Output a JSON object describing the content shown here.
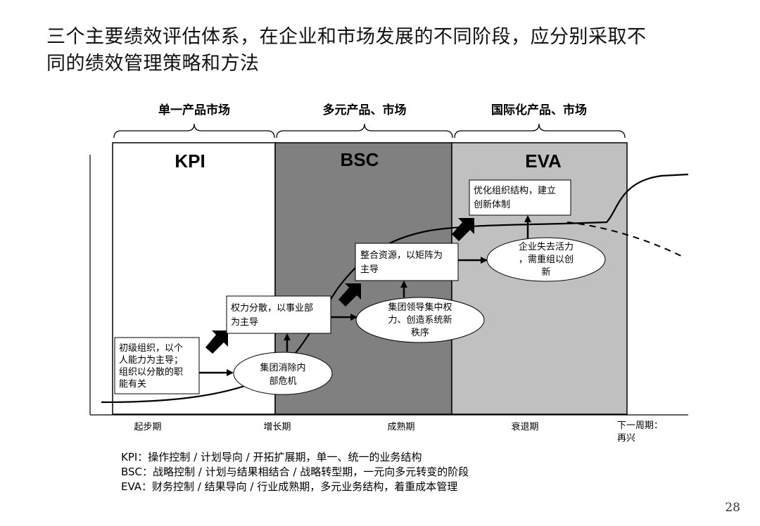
{
  "title": {
    "line1": "三个主要绩效评估体系，在企业和市场发展的不同阶段，应分别采取不",
    "line2": "同的绩效管理策略和方法"
  },
  "markets": [
    "单一产品市场",
    "多元产品、市场",
    "国际化产品、市场"
  ],
  "systems": [
    "KPI",
    "BSC",
    "EVA"
  ],
  "stages": [
    "起步期",
    "增长期",
    "成熟期",
    "衰退期"
  ],
  "next_stage": {
    "line1": "下一周期：",
    "line2": "再兴"
  },
  "boxes": {
    "initial_org": [
      "初级组织，以个",
      "人能力为主导；",
      "组织以分散的职",
      "能有关"
    ],
    "power_decentral": [
      "权力分散，以事业部",
      "为主导"
    ],
    "integrate": [
      "整合资源，以矩阵为",
      "主导"
    ],
    "optimize": [
      "优化组织结构，建立",
      "创新体制"
    ]
  },
  "ellipses": {
    "crisis": [
      "集团消除内",
      "部危机"
    ],
    "centralize": [
      "集团领导集中权",
      "力、创造系统新",
      "秩序"
    ],
    "vitality": [
      "企业失去活力",
      "，需重组以创",
      "新"
    ]
  },
  "legend": [
    "KPI：操作控制 / 计划导向 / 开拓扩展期，单一、统一的业务结构",
    "BSC：战略控制 / 计划与结果相结合 / 战略转型期，一元向多元转变的阶段",
    "EVA：财务控制 / 结果导向 / 行业成熟期，多元业务结构，着重成本管理"
  ],
  "colors": {
    "kpi_bg": "#ffffff",
    "bsc_bg": "#808080",
    "eva_bg": "#c0c0c0"
  },
  "page_number": "28"
}
